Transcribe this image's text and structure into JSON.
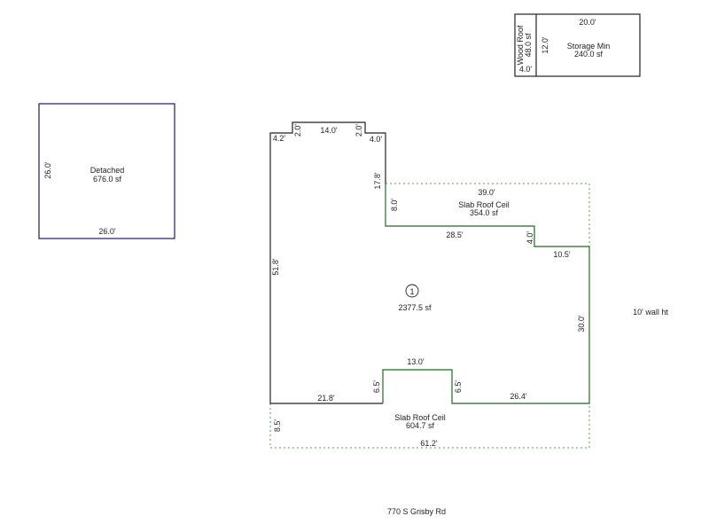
{
  "detached": {
    "name": "Detached",
    "area": "676.0 sf",
    "dim_left": "26.0'",
    "dim_bottom": "26.0'"
  },
  "storage": {
    "wood_roof_label": "Wood Roof",
    "wood_roof_area": "48.0 sf",
    "wood_roof_dim": "4.0'",
    "dim_top": "20.0'",
    "dim_left": "12.0'",
    "name": "Storage Min",
    "area": "240.0 sf"
  },
  "main": {
    "marker": "1",
    "area": "2377.5 sf",
    "dims": {
      "top_left_step": "4.2'",
      "notch_left": "2.0'",
      "top": "14.0'",
      "notch_right": "2.0'",
      "top_right_step": "4.0'",
      "right_upper": "17.8'",
      "left": "51.8'",
      "slab_inner": "8.0'",
      "mid": "28.5'",
      "step_right": "4.0'",
      "right_short": "10.5'",
      "right": "30.0'",
      "bottom_notch_top": "13.0'",
      "bottom_notch_left": "6.5'",
      "bottom_notch_right": "6.5'",
      "bottom_left": "21.8'",
      "bottom_right": "26.4'"
    }
  },
  "slab_upper": {
    "name": "Slab Roof Ceil",
    "area": "354.0 sf",
    "dim_top": "39.0'"
  },
  "slab_lower": {
    "name": "Slab Roof Ceil",
    "area": "604.7 sf",
    "dim_left": "8.5'",
    "dim_bottom": "61.2'"
  },
  "wall_height_note": "10' wall ht",
  "address": "770 S Grisby Rd"
}
